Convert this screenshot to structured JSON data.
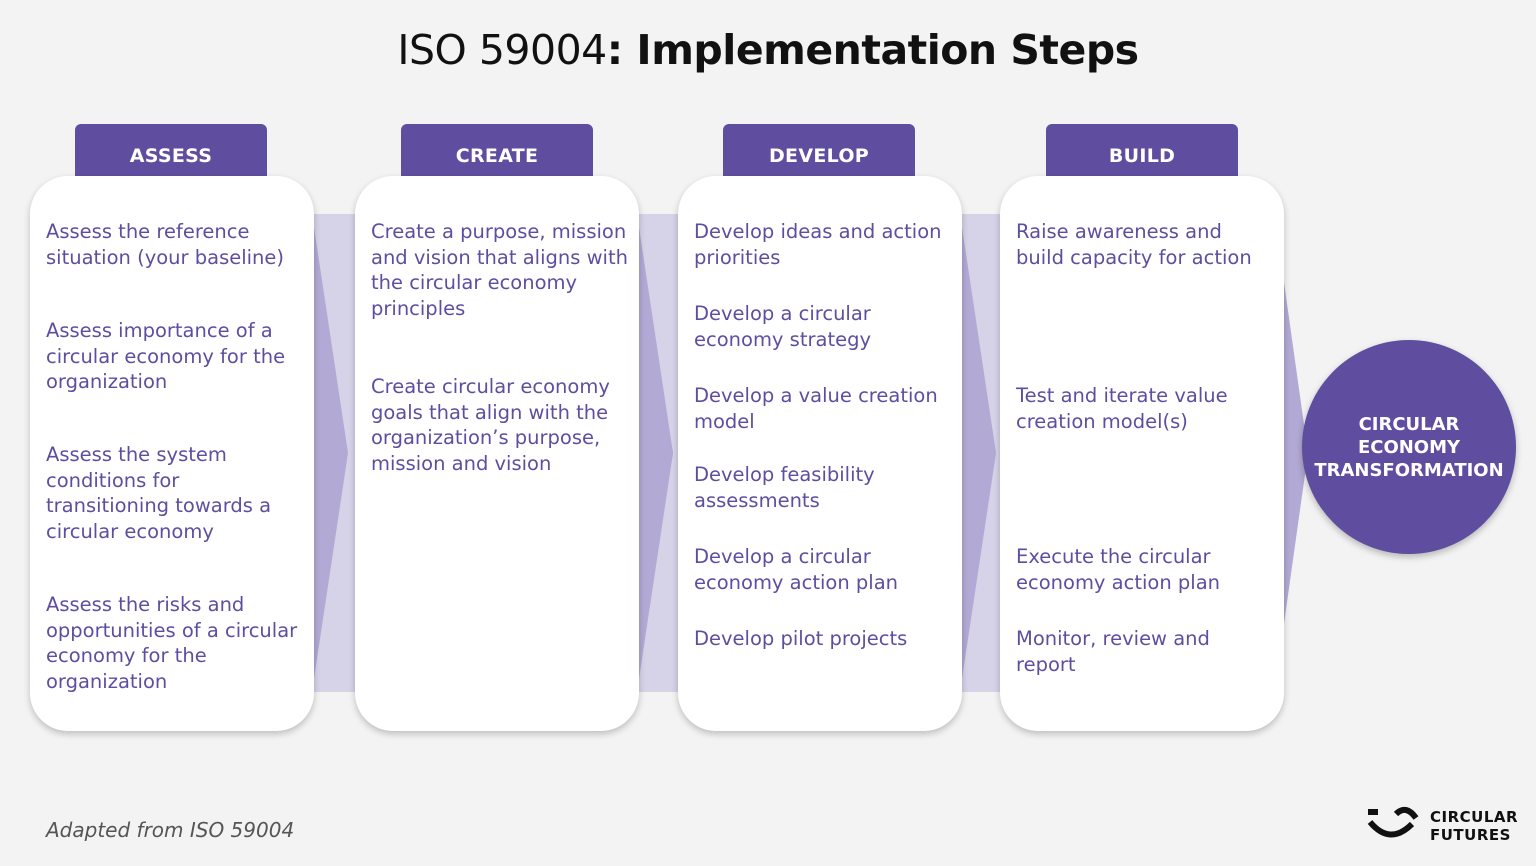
{
  "title": {
    "regular": "ISO 59004",
    "bold": ": Implementation Steps"
  },
  "steps": [
    {
      "label": "ASSESS",
      "items": [
        "Assess the reference situation (your baseline)",
        "Assess importance of a circular economy for the organization",
        "Assess the system conditions for transitioning towards a circular economy",
        "Assess the risks and opportunities of a circular economy for the organization"
      ]
    },
    {
      "label": "CREATE",
      "items": [
        "Create a purpose, mission and vision that aligns with the circular economy principles",
        "Create circular economy goals that align with the organization’s purpose, mission and vision"
      ]
    },
    {
      "label": "DEVELOP",
      "items": [
        "Develop ideas and action priorities",
        "Develop a circular economy strategy",
        "Develop a value creation model",
        "Develop feasibility assessments",
        "Develop a circular economy action plan",
        "Develop pilot projects"
      ]
    },
    {
      "label": "BUILD",
      "items": [
        "Raise awareness and build capacity for action",
        "Test and iterate value creation model(s)",
        "Execute the circular economy action plan",
        "Monitor, review and report"
      ]
    }
  ],
  "outcome": {
    "line1": "CIRCULAR",
    "line2": "ECONOMY",
    "line3": "TRANSFORMATION"
  },
  "footnote": "Adapted from ISO 59004",
  "logo": {
    "line1": "CIRCULAR",
    "line2": "FUTURES",
    "icon": "circular-futures-logo-icon"
  },
  "colors": {
    "primary": "#5f4e9f",
    "band": "#d6d2e8",
    "chevron": "#b2a9d4",
    "background": "#f3f3f3"
  }
}
